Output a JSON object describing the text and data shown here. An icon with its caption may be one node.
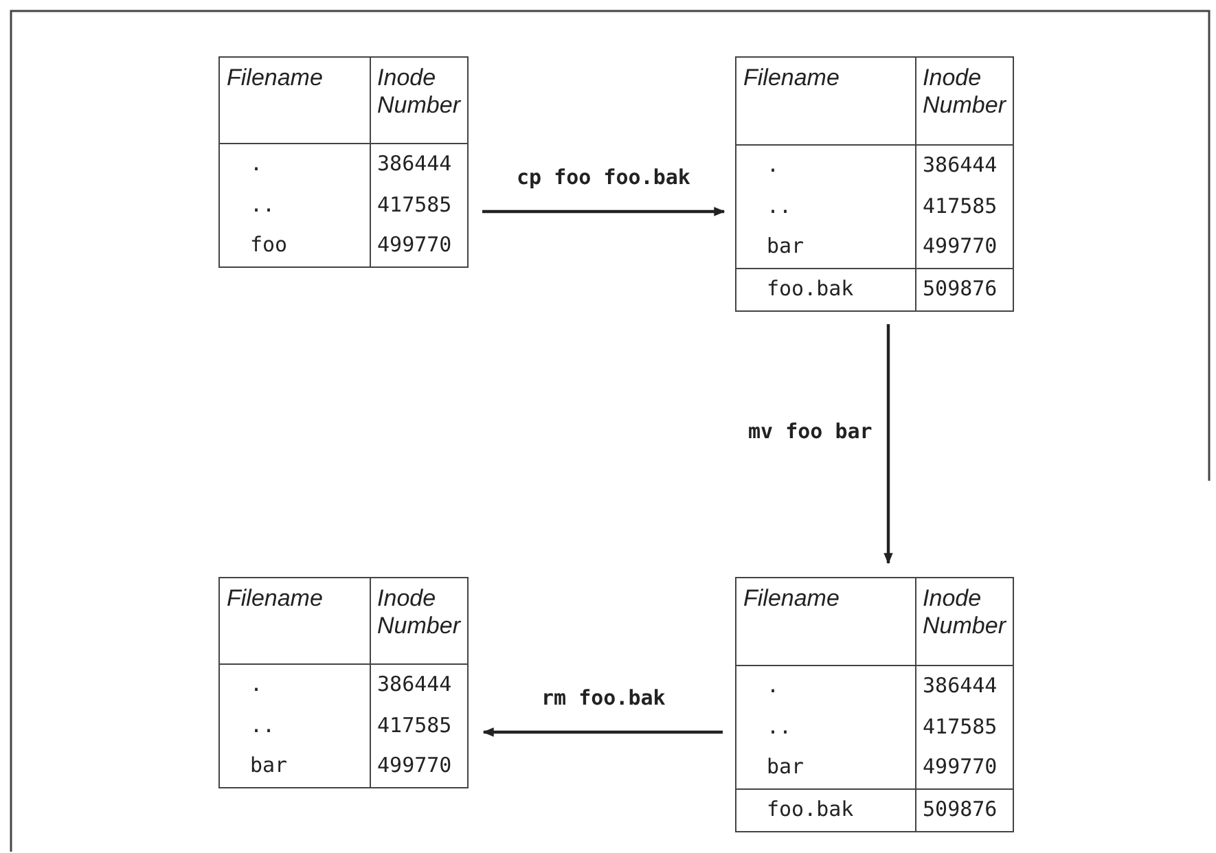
{
  "diagram": {
    "nodes": [
      {
        "text": [
          "Filename",
          "Inode Number",
          ".",
          "386444",
          "..",
          "417585",
          "foo",
          "499770"
        ]
      },
      {
        "text": [
          "Filename",
          "Inode Number",
          ".",
          "386444",
          "..",
          "417585",
          "bar",
          "499770",
          "foo.bak",
          "509876"
        ]
      },
      {
        "text": [
          "Filename",
          "Inode Number",
          ".",
          "386444",
          "..",
          "417585",
          "bar",
          "499770"
        ]
      },
      {
        "text": [
          "Filename",
          "Inode Number",
          ".",
          "386444",
          "..",
          "417585",
          "bar",
          "499770",
          "foo.bak",
          "509876"
        ]
      }
    ],
    "edges": [
      {
        "from": 0,
        "to": 1,
        "arrow": "to",
        "label": "cp foo foo.bak"
      },
      {
        "from": 1,
        "to": 3,
        "arrow": "to",
        "label": "mv foo bar"
      },
      {
        "from": 3,
        "to": 2,
        "arrow": "to",
        "label": "rm foo.bak"
      }
    ]
  }
}
